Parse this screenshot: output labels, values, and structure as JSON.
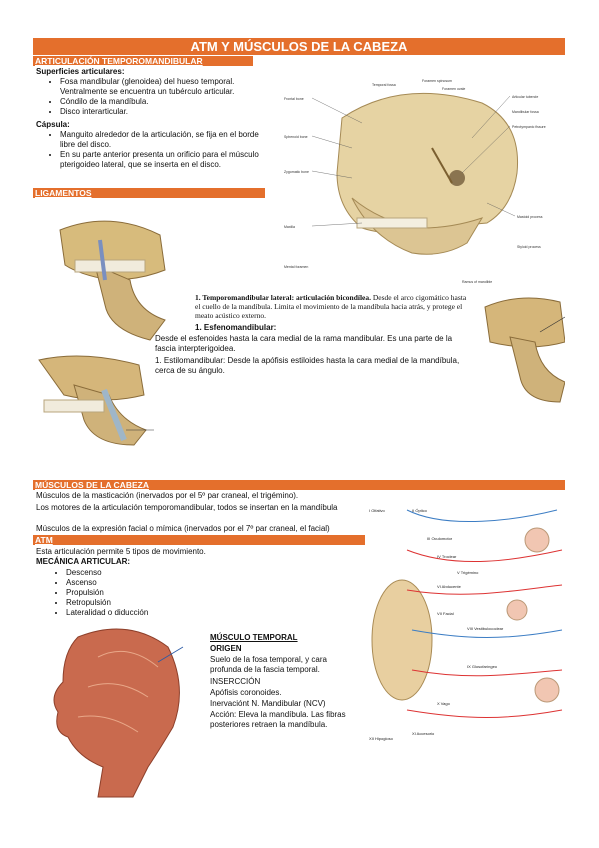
{
  "title": "ATM Y MÚSCULOS DE LA CABEZA",
  "atm_section": {
    "heading": "ARTICULACIÓN TEMPOROMANDIBULAR",
    "surfaces_label": "Superficies articulares:",
    "surfaces": [
      "Fosa mandibular (glenoidea) del hueso temporal. Ventralmente se encuentra un tubérculo articular.",
      "Cóndilo de la mandíbula.",
      "Disco interarticular."
    ],
    "capsule_label": "Cápsula:",
    "capsule": [
      "Manguito alrededor de la articulación, se fija en el borde libre del disco.",
      "En su parte anterior presenta un orificio para el músculo pterigoideo lateral, que se inserta en el disco."
    ]
  },
  "ligaments": {
    "heading": "LIGAMENTOS",
    "item1_title": "1. Temporomandibular lateral: articulación bicondílea.",
    "item1_text": "Desde el arco cigomático hasta el cuello de la mandíbula. Limita el movimiento de la mandíbula hacia atrás, y protege el meato acústico externo.",
    "item2_title": "1. Esfenomandibular:",
    "item2_text": "Desde el esfenoides hasta la cara medial de la rama mandibular. Es una parte de la fascia interpterigoidea.",
    "item3_text": "1. Estilomandibular: Desde la apófisis estiloides hasta la cara medial de la mandíbula, cerca de su ángulo."
  },
  "muscles": {
    "heading": "MÚSCULOS DE LA CABEZA",
    "line1": "Músculos de la masticación (inervados por el 5º par craneal, el trigémino).",
    "line2": "Los motores de la articulación temporomandibular, todos se insertan en la mandíbula",
    "line3": "Músculos de la expresión facial o mímica (inervados por el 7º par craneal, el facial)"
  },
  "atm_movements": {
    "heading": "ATM",
    "intro": "Esta articulación permite 5 tipos de movimiento.",
    "mech_label": "MECÁNICA ARTICULAR:",
    "items": [
      "Descenso",
      "Ascenso",
      "Propulsión",
      "Retropulsión",
      "Lateralidad o diducción"
    ]
  },
  "temporal": {
    "title": "MÚSCULO TEMPORAL",
    "origin_label": "ORIGEN",
    "origin": "Suelo de la fosa temporal, y cara profunda de la fascia temporal.",
    "insertion_label": "INSERCCIÓN",
    "insertion": "Apófisis coronoides.",
    "innervation": "Inervaciónt N. Mandibular (NCV)",
    "action": "Acción: Eleva la mandíbula. Las fibras posteriores retraen la mandíbula."
  },
  "skull_labels": [
    "Foramen spinosum",
    "Foramen ovale",
    "Temporal fossa",
    "Articular tubercle",
    "Mandibular fossa",
    "Petrotympanic fissure",
    "Frontal bone",
    "Sphenoid bone",
    "Zygomatic bone",
    "Mastoid process",
    "Styloid process",
    "Maxilla",
    "Mental foramen",
    "Ramus of mandible"
  ],
  "nerve_labels": [
    "I Olfativo",
    "II Óptico",
    "III Oculomotor",
    "IV Troclear",
    "V Trigémino",
    "VI Abducente",
    "VII Facial",
    "VIII Vestibulococlear",
    "IX Glosofaríngeo",
    "X Vago",
    "XI Accesorio",
    "XII Hipogloso"
  ],
  "colors": {
    "accent": "#e46f2c",
    "bone": "#d9c08a",
    "muscle": "#c96a4e"
  }
}
